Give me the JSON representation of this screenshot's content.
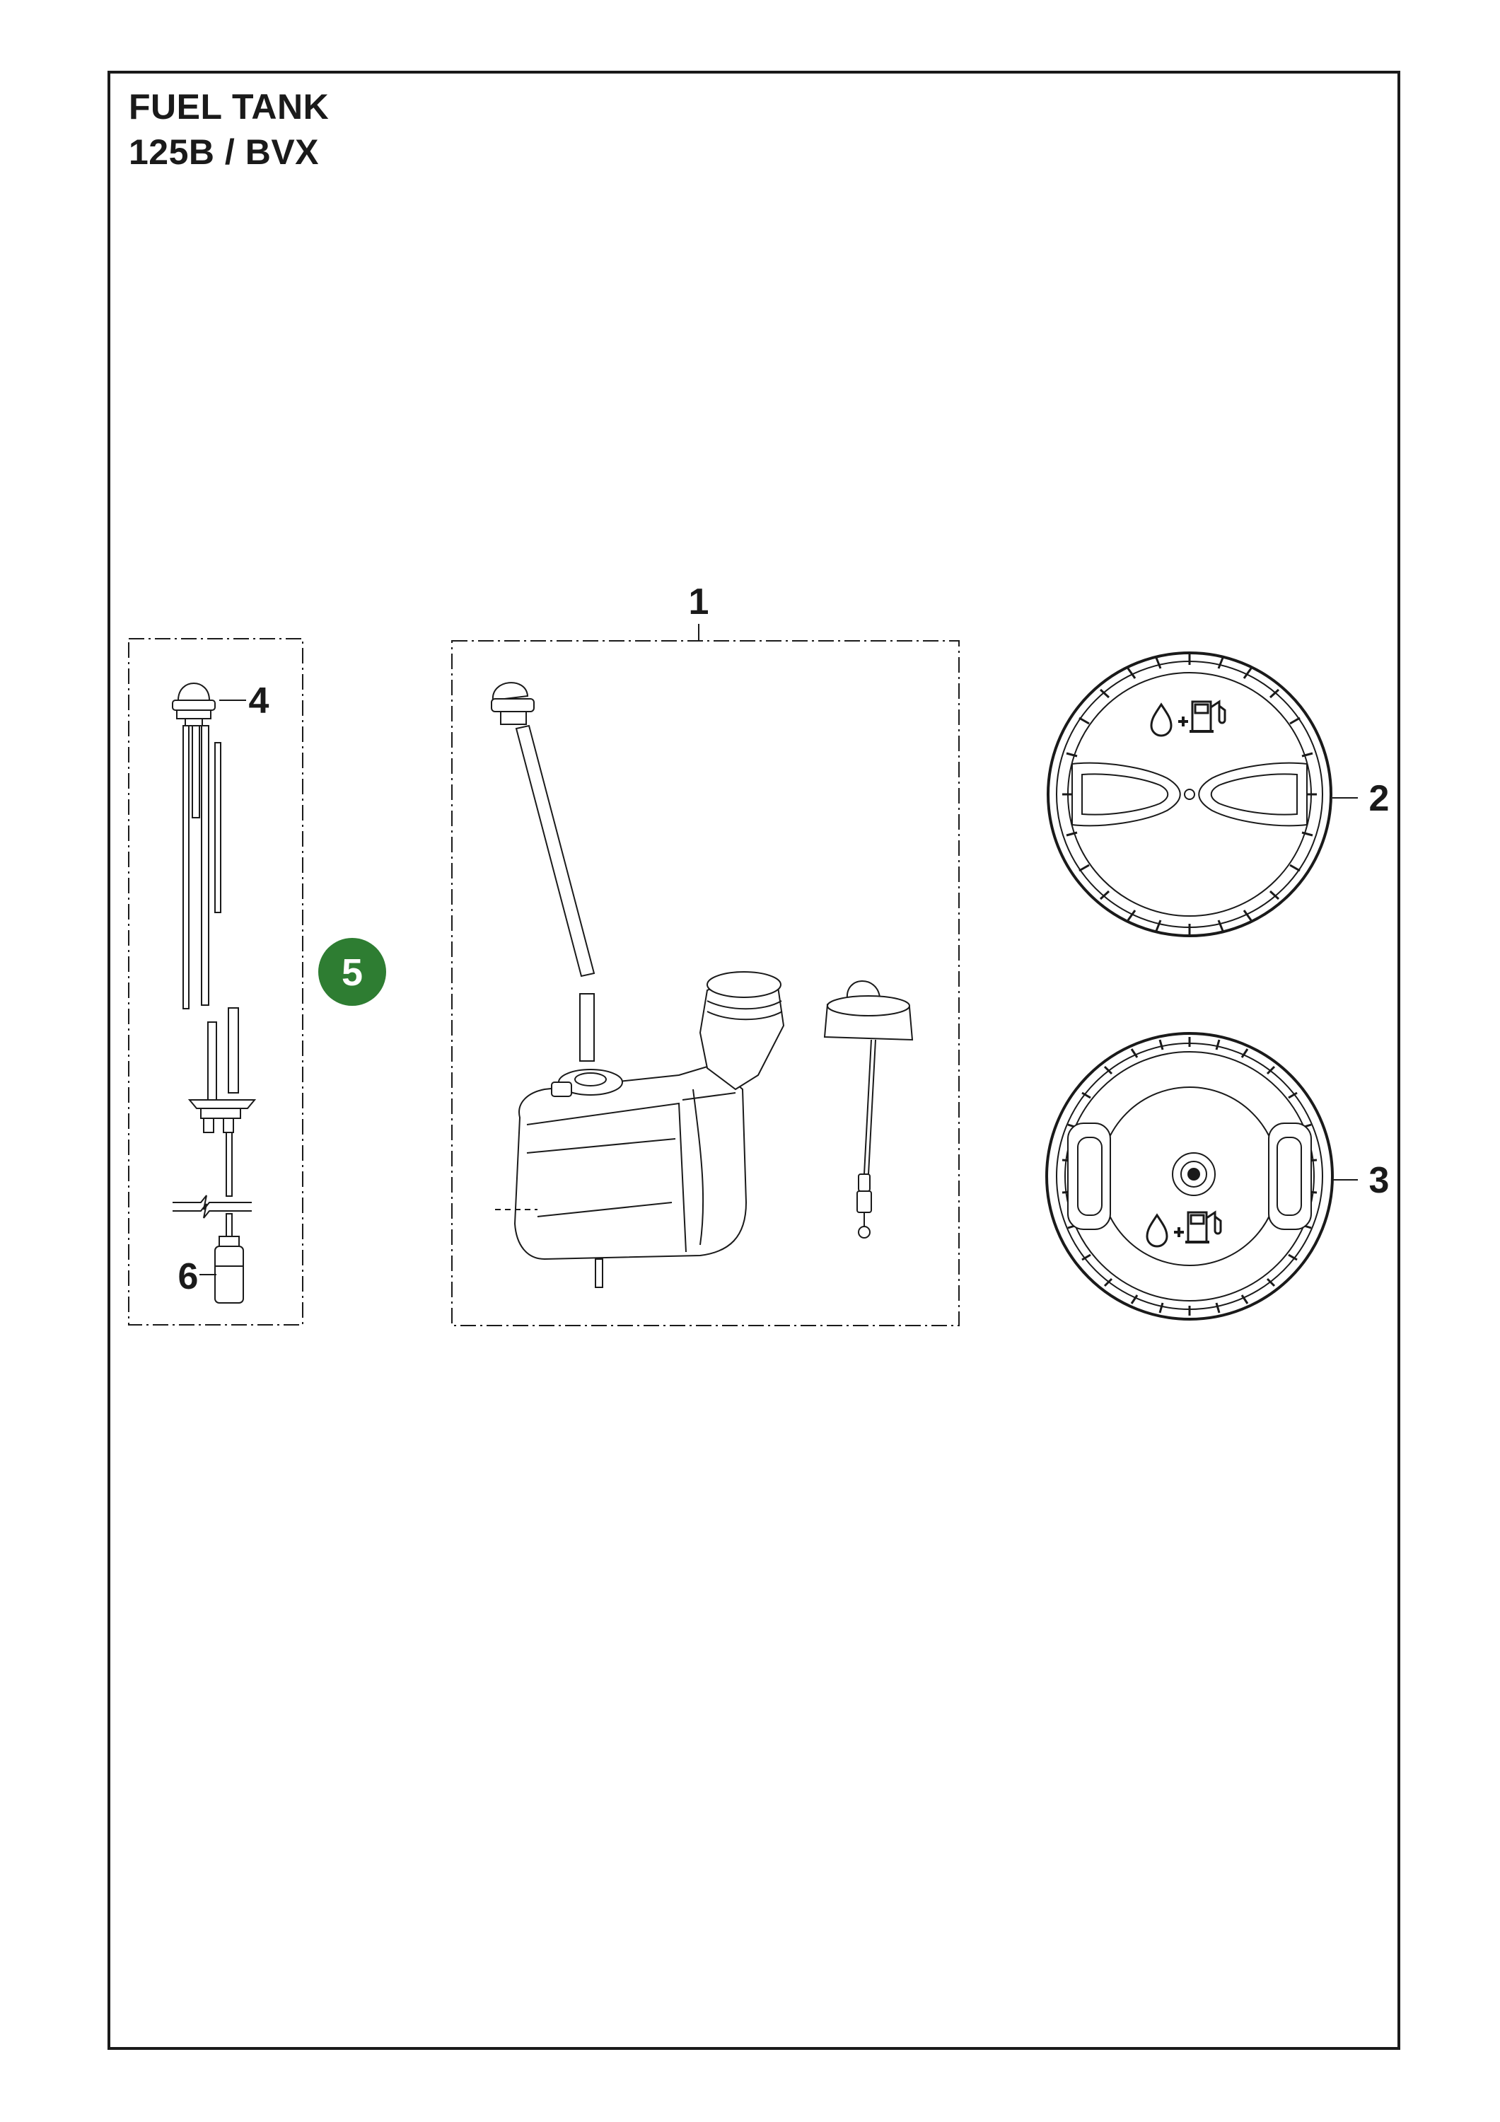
{
  "header": {
    "title_line1": "FUEL TANK",
    "title_line2": "125B / BVX"
  },
  "callouts": {
    "part1": "1",
    "part2": "2",
    "part3": "3",
    "part4": "4",
    "part5": "5",
    "part6": "6"
  },
  "colors": {
    "line": "#1a1a1a",
    "badge": "#2e7d32"
  },
  "icons": {
    "fuel_symbol": "oil-plus-fuel-pump-icon"
  }
}
